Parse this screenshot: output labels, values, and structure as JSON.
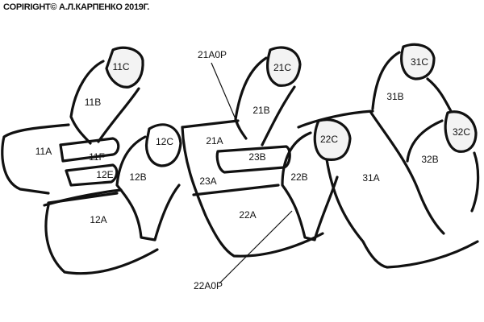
{
  "copyright": "COPIRIGHT© А.Л.КАРПЕНКО 2019Г.",
  "labels": {
    "l11C": "11C",
    "l11B": "11B",
    "l11A": "11A",
    "l11F": "11F",
    "l12E": "12E",
    "l12B": "12B",
    "l12C": "12C",
    "l12A": "12A",
    "l21A0P": "21A0P",
    "l21C": "21C",
    "l21B": "21B",
    "l21A": "21A",
    "l23B": "23B",
    "l23A": "23A",
    "l22A": "22A",
    "l22C": "22C",
    "l22B": "22B",
    "l22A0P": "22A0P",
    "l31C": "31C",
    "l31B": "31B",
    "l31A": "31A",
    "l32C": "32C",
    "l32B": "32B"
  }
}
